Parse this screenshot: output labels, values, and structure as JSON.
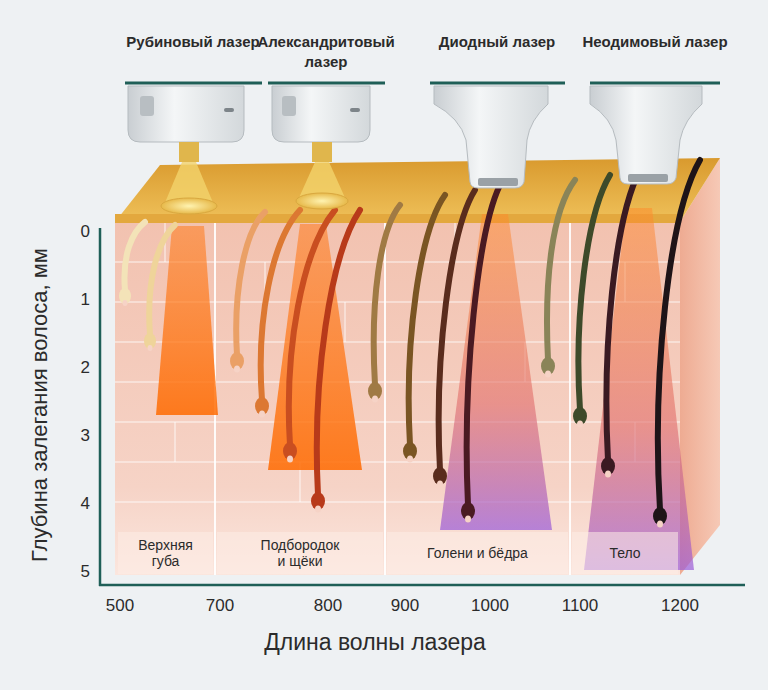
{
  "diagram": {
    "nodes": [
      {
        "text": [
          "Верхняя губа"
        ]
      },
      {
        "text": [
          "Подбородок и щёки"
        ]
      },
      {
        "text": [
          "Голени и бёдра"
        ]
      },
      {
        "text": [
          "Тело"
        ]
      }
    ],
    "labels": [
      "Рубиновый лазер",
      "Александритовый лазер",
      "Диодный лазер",
      "Неодимовый лазер",
      "Глубина залегания волоса, мм",
      "0",
      "1",
      "2",
      "3",
      "4",
      "5",
      "500",
      "700",
      "800",
      "900",
      "1000",
      "1100",
      "1200",
      "Длина волны лазера"
    ]
  }
}
